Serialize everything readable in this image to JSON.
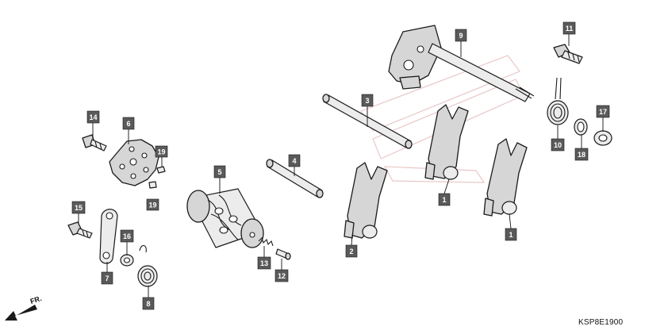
{
  "diagram": {
    "callouts": [
      "9",
      "11",
      "14",
      "6",
      "19",
      "19",
      "3",
      "10",
      "18",
      "17",
      "4",
      "5",
      "1",
      "1",
      "2",
      "15",
      "16",
      "7",
      "8",
      "13",
      "12"
    ],
    "direction_label": "FR.",
    "diagram_code": "KSP8E1900"
  }
}
